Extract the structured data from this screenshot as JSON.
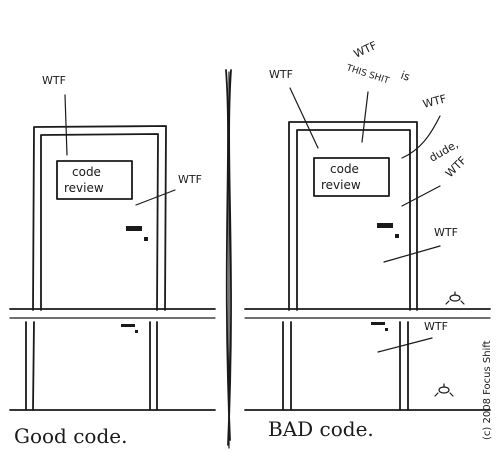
{
  "panels": {
    "good": {
      "sign_line1": "code",
      "sign_line2": "review",
      "wtf_top": "WTF",
      "wtf_side": "WTF",
      "caption": "Good code."
    },
    "bad": {
      "sign_line1": "code",
      "sign_line2": "review",
      "wtf_top_left": "WTF",
      "wtf_is_line1": "WTF",
      "wtf_is_line2": "is",
      "wtf_is_line3": "THIS SHIT",
      "wtf_top_right": "WTF",
      "dude_line1": "dude,",
      "dude_line2": "WTF",
      "wtf_right": "WTF",
      "wtf_lower": "WTF",
      "caption": "BAD code."
    }
  },
  "credit": "(c) 2008 Focus Shift"
}
